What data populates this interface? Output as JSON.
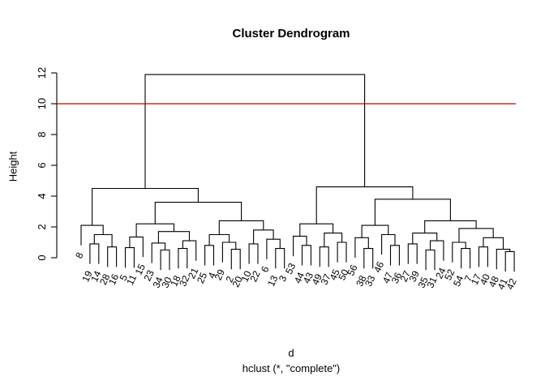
{
  "title": "Cluster Dendrogram",
  "ylabel": "Height",
  "xlabel": "d",
  "subtitle": "hclust (*, \"complete\")",
  "colors": {
    "branch": "#000000",
    "cut_line": "#c00000",
    "background": "#ffffff",
    "text": "#000000"
  },
  "chart_data": {
    "type": "dendrogram",
    "title": "Cluster Dendrogram",
    "xlabel": "d",
    "ylabel": "Height",
    "subtitle": "hclust (*, \"complete\")",
    "ylim": [
      0,
      12
    ],
    "yticks": [
      0,
      2,
      4,
      6,
      8,
      10,
      12
    ],
    "cut_line_height": 10,
    "hang": 1.3,
    "root_height": 11.9,
    "leaf_labels": [
      "8",
      "19",
      "14",
      "28",
      "16",
      "5",
      "11",
      "15",
      "23",
      "34",
      "30",
      "18",
      "32",
      "21",
      "25",
      "4",
      "29",
      "2",
      "20",
      "10",
      "22",
      "6",
      "13",
      "3",
      "53",
      "44",
      "43",
      "49",
      "37",
      "45",
      "50",
      "56",
      "38",
      "33",
      "46",
      "47",
      "36",
      "27",
      "39",
      "35",
      "31",
      "24",
      "52",
      "54",
      "7",
      "17",
      "40",
      "48",
      "41",
      "42"
    ],
    "tree": {
      "h": 11.9,
      "c": [
        {
          "h": 4.5,
          "c": [
            {
              "h": 2.1,
              "c": [
                0,
                {
                  "h": 1.5,
                  "c": [
                    {
                      "h": 0.9,
                      "c": [
                        1,
                        2
                      ]
                    },
                    {
                      "h": 0.7,
                      "c": [
                        3,
                        4
                      ]
                    }
                  ]
                }
              ]
            },
            {
              "h": 3.6,
              "c": [
                {
                  "h": 2.2,
                  "c": [
                    {
                      "h": 1.35,
                      "c": [
                        {
                          "h": 0.65,
                          "c": [
                            5,
                            6
                          ]
                        },
                        7
                      ]
                    },
                    {
                      "h": 1.7,
                      "c": [
                        {
                          "h": 0.95,
                          "c": [
                            8,
                            {
                              "h": 0.5,
                              "c": [
                                9,
                                10
                              ]
                            }
                          ]
                        },
                        {
                          "h": 1.1,
                          "c": [
                            {
                              "h": 0.6,
                              "c": [
                                11,
                                12
                              ]
                            },
                            13
                          ]
                        }
                      ]
                    }
                  ]
                },
                {
                  "h": 2.4,
                  "c": [
                    {
                      "h": 1.5,
                      "c": [
                        {
                          "h": 0.8,
                          "c": [
                            14,
                            15
                          ]
                        },
                        {
                          "h": 1.0,
                          "c": [
                            16,
                            {
                              "h": 0.55,
                              "c": [
                                17,
                                18
                              ]
                            }
                          ]
                        }
                      ]
                    },
                    {
                      "h": 1.8,
                      "c": [
                        {
                          "h": 0.9,
                          "c": [
                            19,
                            20
                          ]
                        },
                        {
                          "h": 1.2,
                          "c": [
                            21,
                            {
                              "h": 0.6,
                              "c": [
                                22,
                                23
                              ]
                            }
                          ]
                        }
                      ]
                    }
                  ]
                }
              ]
            }
          ]
        },
        {
          "h": 4.6,
          "c": [
            {
              "h": 2.2,
              "c": [
                {
                  "h": 1.4,
                  "c": [
                    24,
                    {
                      "h": 0.8,
                      "c": [
                        25,
                        26
                      ]
                    }
                  ]
                },
                {
                  "h": 1.6,
                  "c": [
                    {
                      "h": 0.7,
                      "c": [
                        27,
                        28
                      ]
                    },
                    {
                      "h": 1.0,
                      "c": [
                        29,
                        30
                      ]
                    }
                  ]
                }
              ]
            },
            {
              "h": 3.8,
              "c": [
                {
                  "h": 2.1,
                  "c": [
                    {
                      "h": 1.3,
                      "c": [
                        31,
                        {
                          "h": 0.6,
                          "c": [
                            32,
                            33
                          ]
                        }
                      ]
                    },
                    {
                      "h": 1.5,
                      "c": [
                        34,
                        {
                          "h": 0.8,
                          "c": [
                            35,
                            36
                          ]
                        }
                      ]
                    }
                  ]
                },
                {
                  "h": 2.4,
                  "c": [
                    {
                      "h": 1.6,
                      "c": [
                        {
                          "h": 0.9,
                          "c": [
                            37,
                            38
                          ]
                        },
                        {
                          "h": 1.1,
                          "c": [
                            {
                              "h": 0.5,
                              "c": [
                                39,
                                40
                              ]
                            },
                            41
                          ]
                        }
                      ]
                    },
                    {
                      "h": 1.9,
                      "c": [
                        {
                          "h": 1.0,
                          "c": [
                            42,
                            {
                              "h": 0.6,
                              "c": [
                                43,
                                44
                              ]
                            }
                          ]
                        },
                        {
                          "h": 1.3,
                          "c": [
                            {
                              "h": 0.7,
                              "c": [
                                45,
                                46
                              ]
                            },
                            {
                              "h": 0.55,
                              "c": [
                                47,
                                {
                                  "h": 0.4,
                                  "c": [
                                    48,
                                    49
                                  ]
                                }
                              ]
                            }
                          ]
                        }
                      ]
                    }
                  ]
                }
              ]
            }
          ]
        }
      ]
    },
    "layout": {
      "x0": 100,
      "dx": 10.9,
      "y0": 318,
      "unit": 19,
      "axis_x": 70,
      "tick_len": 7,
      "cut_x2": 636,
      "label_angle": -65,
      "legend": "none",
      "grid": false
    }
  }
}
